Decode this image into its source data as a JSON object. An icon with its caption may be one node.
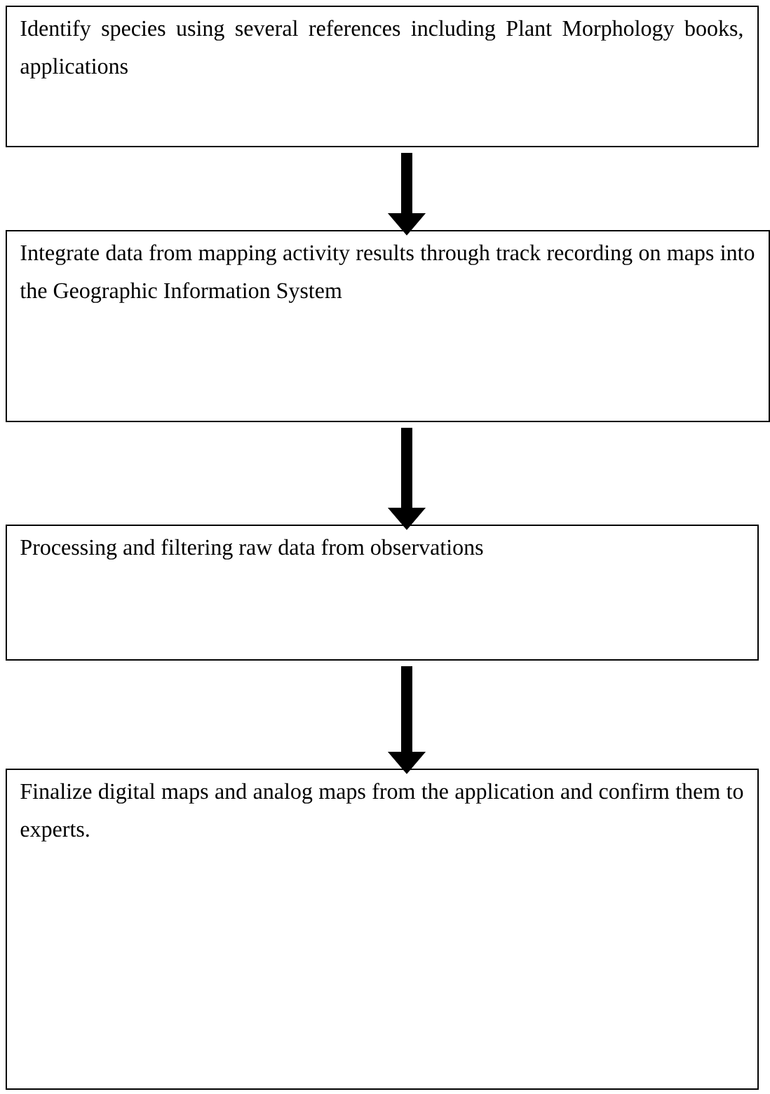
{
  "diagram": {
    "nodes": [
      {
        "text": [
          "Identify species using several references including Plant Morphology books, applications"
        ]
      },
      {
        "text": [
          "Integrate data from mapping activity results through track recording on maps into the Geographic Information System"
        ]
      },
      {
        "text": [
          "Processing and filtering raw data from observations"
        ]
      },
      {
        "text": [
          "Finalize digital maps and analog maps from the application and confirm them to experts."
        ]
      }
    ],
    "edges": [
      {
        "from": 0,
        "to": 1,
        "arrow": "to"
      },
      {
        "from": 1,
        "to": 2,
        "arrow": "to"
      },
      {
        "from": 2,
        "to": 3,
        "arrow": "to"
      }
    ]
  }
}
